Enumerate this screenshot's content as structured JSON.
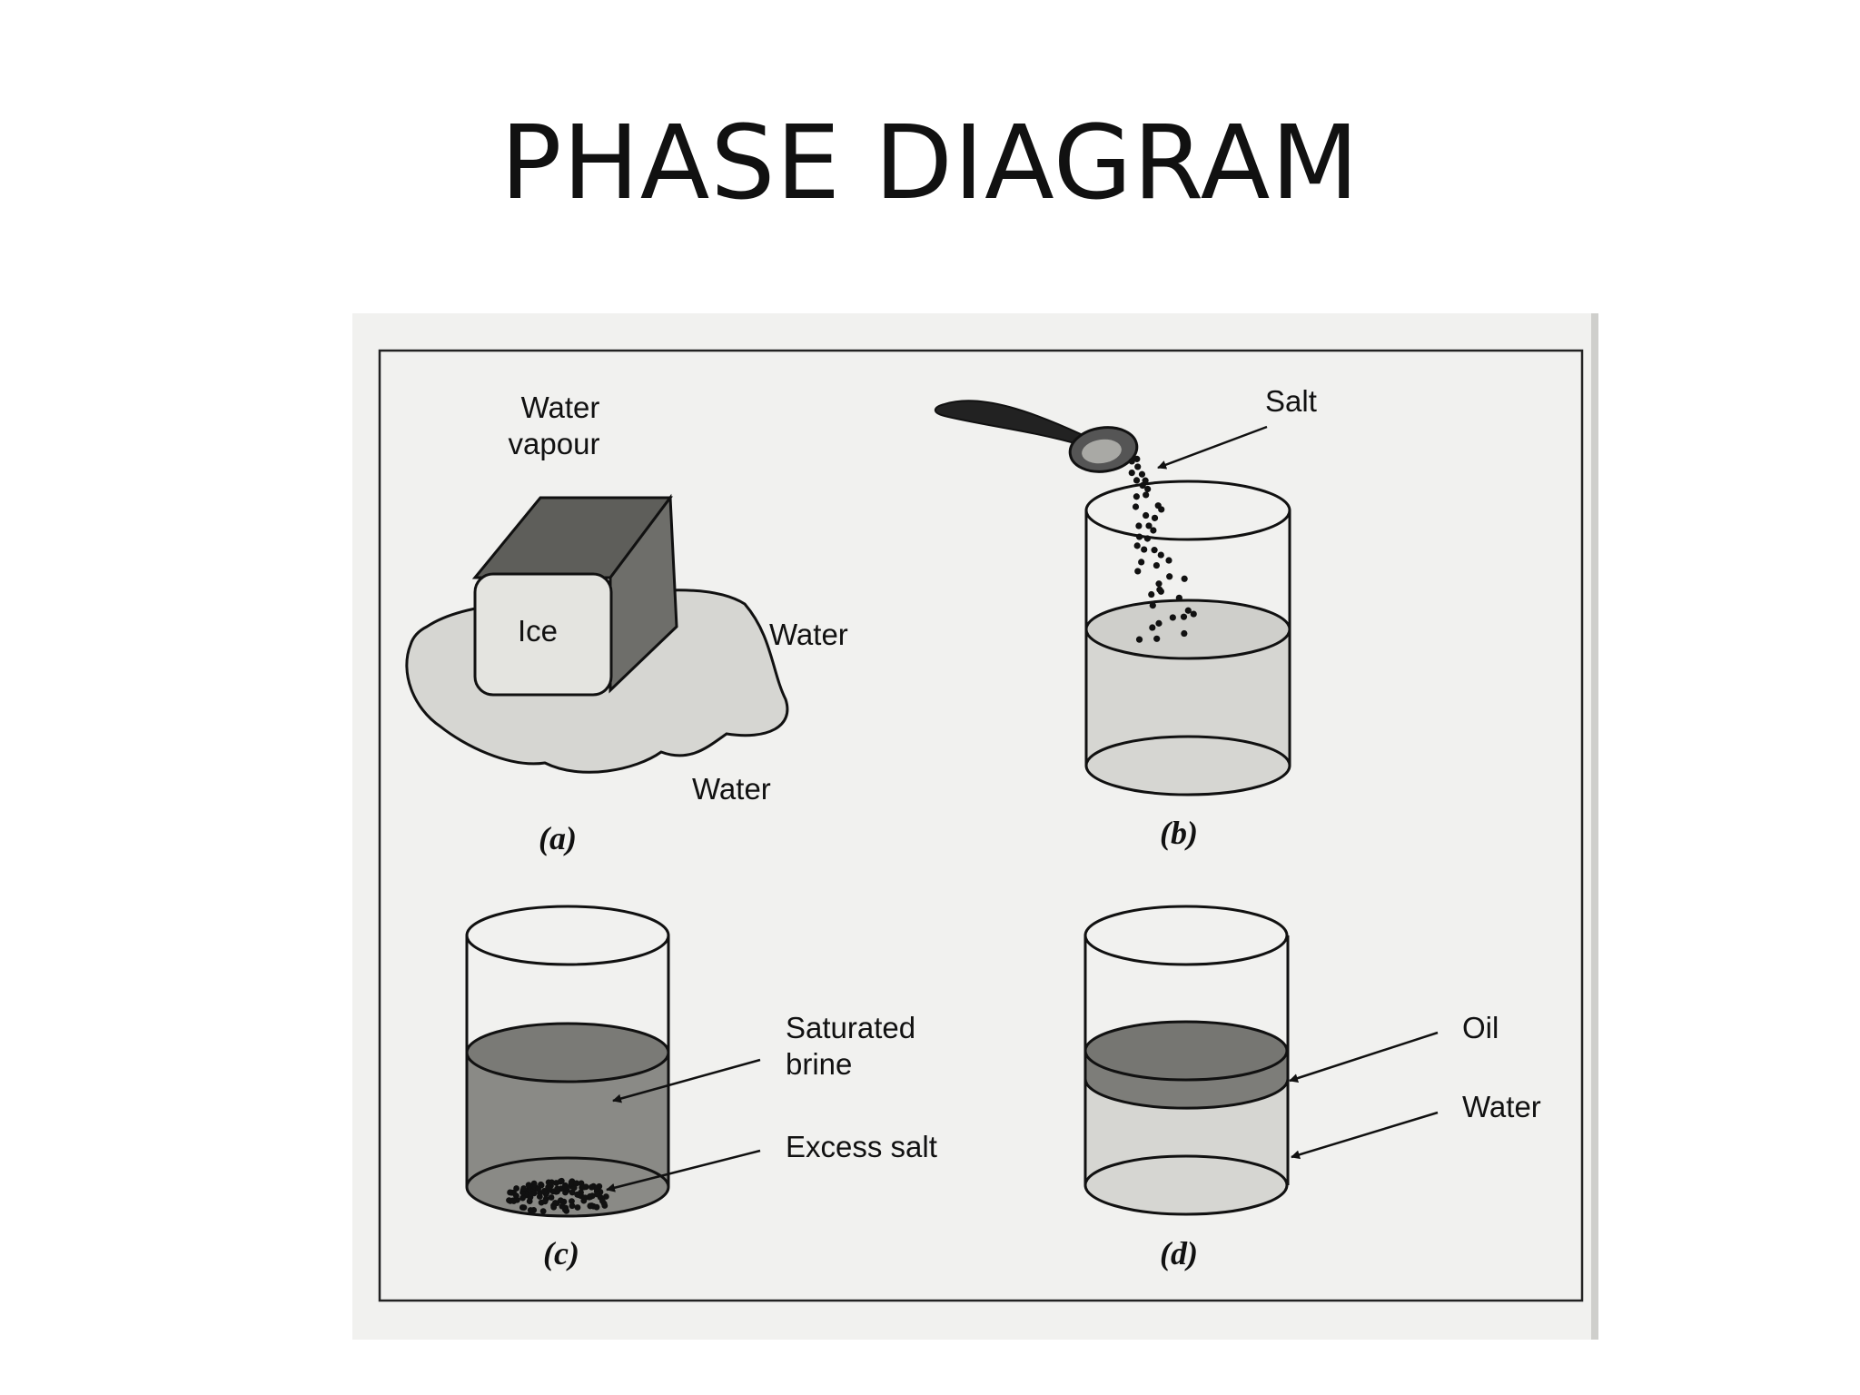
{
  "title": "PHASE DIAGRAM",
  "colors": {
    "page_bg": "#ffffff",
    "scan_bg": "#f1f1ef",
    "ink": "#111111",
    "liquid_light": "#d6d6d2",
    "liquid_dark": "#8a8a86",
    "oil": "#7d7d79",
    "ice_face": "#e4e4e0",
    "ice_side": "#6e6e6a"
  },
  "panels": {
    "a": {
      "caption": "(a)",
      "labels": {
        "vapour_line1": "Water",
        "vapour_line2": "vapour",
        "ice": "Ice",
        "water_right": "Water",
        "water_bottom": "Water"
      }
    },
    "b": {
      "caption": "(b)",
      "labels": {
        "salt": "Salt"
      }
    },
    "c": {
      "caption": "(c)",
      "labels": {
        "brine_line1": "Saturated",
        "brine_line2": "brine",
        "excess_salt": "Excess salt"
      }
    },
    "d": {
      "caption": "(d)",
      "labels": {
        "oil": "Oil",
        "water": "Water"
      }
    }
  }
}
